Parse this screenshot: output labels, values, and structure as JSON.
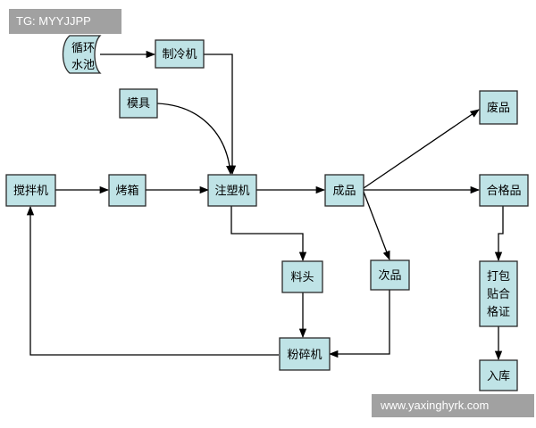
{
  "watermarks": {
    "top_left": "TG: MYYJJPP",
    "bottom_right": "www.yaxinghyrk.com"
  },
  "nodes": {
    "water_tank": [
      "循环",
      "水池"
    ],
    "chiller": [
      "制冷机"
    ],
    "mold": [
      "模具"
    ],
    "mixer": [
      "搅拌机"
    ],
    "oven": [
      "烤箱"
    ],
    "injection": [
      "注塑机"
    ],
    "finished": [
      "成品"
    ],
    "waste": [
      "废品"
    ],
    "qualified": [
      "合格品"
    ],
    "sprue": [
      "料头"
    ],
    "defective": [
      "次品"
    ],
    "pack": [
      "打包",
      "贴合",
      "格证"
    ],
    "crusher": [
      "粉碎机"
    ],
    "storage": [
      "入库"
    ]
  },
  "edges": [
    [
      "water_tank",
      "chiller"
    ],
    [
      "chiller",
      "injection"
    ],
    [
      "mold",
      "injection"
    ],
    [
      "mixer",
      "oven"
    ],
    [
      "oven",
      "injection"
    ],
    [
      "injection",
      "finished"
    ],
    [
      "injection",
      "sprue"
    ],
    [
      "finished",
      "waste"
    ],
    [
      "finished",
      "qualified"
    ],
    [
      "finished",
      "defective"
    ],
    [
      "qualified",
      "pack"
    ],
    [
      "pack",
      "storage"
    ],
    [
      "sprue",
      "crusher"
    ],
    [
      "defective",
      "crusher"
    ],
    [
      "crusher",
      "mixer"
    ]
  ]
}
